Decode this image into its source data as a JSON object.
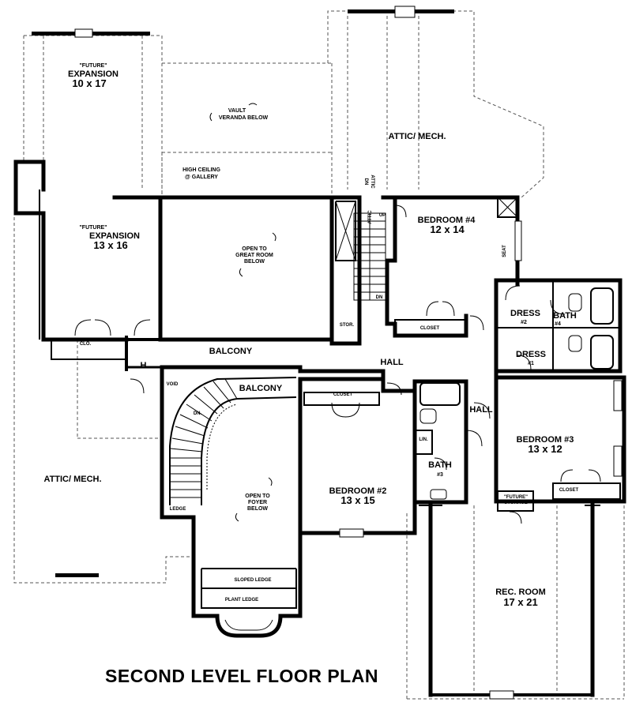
{
  "title": "SECOND LEVEL FLOOR PLAN",
  "rooms": {
    "future_expansion_1_tag": "\"FUTURE\"",
    "future_expansion_1_name": "EXPANSION",
    "future_expansion_1_dim": "10 x 17",
    "future_expansion_2_tag": "\"FUTURE\"",
    "future_expansion_2_name": "EXPANSION",
    "future_expansion_2_dim": "13 x 16",
    "vault_line1": "VAULT",
    "vault_line2": "VERANDA BELOW",
    "high_ceiling_line1": "HIGH CEILING",
    "high_ceiling_line2": "@ GALLERY",
    "attic_mech_top": "ATTIC/ MECH.",
    "attic_mech_bottom": "ATTIC/ MECH.",
    "dn_attic_1": "DN",
    "dn_attic_2": "ATTIC",
    "attic_stair": "ATTIC",
    "up": "UP",
    "dn_stair": "DN",
    "stor": "STOR.",
    "open_great_1": "OPEN TO",
    "open_great_2": "GREAT ROOM",
    "open_great_3": "BELOW",
    "bedroom4_name": "BEDROOM #4",
    "bedroom4_dim": "12 x 14",
    "seat": "SEAT",
    "closet_b4": "CLOSET",
    "dress2_name": "DRESS",
    "dress2_num": "#2",
    "bath4_name": "BATH",
    "bath4_num": "#4",
    "dress1_name": "DRESS",
    "dress1_num": "#1",
    "clo": "CLO.",
    "balcony_upper": "BALCONY",
    "h": "H.",
    "hall_1": "HALL",
    "void": "VOID",
    "balcony_lower": "BALCONY",
    "closet_b2": "CLOSET",
    "hall_2": "HALL",
    "bedroom3_name": "BEDROOM #3",
    "bedroom3_dim": "13 x 12",
    "dn_curved": "DN.",
    "open_foyer_1": "OPEN TO",
    "open_foyer_2": "FOYER",
    "open_foyer_3": "BELOW",
    "lin": "LIN.",
    "bath3_name": "BATH",
    "bath3_num": "#3",
    "bedroom2_name": "BEDROOM #2",
    "bedroom2_dim": "13 x 15",
    "future_storage_1": "\"FUTURE\"",
    "future_storage_2": "STORAGE",
    "closet_b3": "CLOSET",
    "ledge": "LEDGE",
    "sloped_ledge": "SLOPED LEDGE",
    "plant_ledge": "PLANT LEDGE",
    "rec_room_name": "REC. ROOM",
    "rec_room_dim": "17 x 21"
  }
}
